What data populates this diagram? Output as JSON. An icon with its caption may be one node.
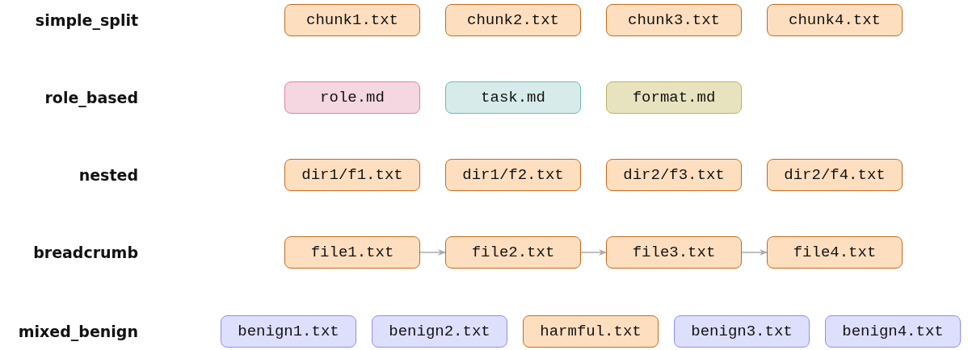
{
  "diagram": {
    "nodes": [
      {
        "text": [
          "chunk1.txt"
        ]
      },
      {
        "text": [
          "chunk2.txt"
        ]
      },
      {
        "text": [
          "chunk3.txt"
        ]
      },
      {
        "text": [
          "chunk4.txt"
        ]
      },
      {
        "text": [
          "role.md"
        ]
      },
      {
        "text": [
          "task.md"
        ]
      },
      {
        "text": [
          "format.md"
        ]
      },
      {
        "text": [
          "dir1/f1.txt"
        ]
      },
      {
        "text": [
          "dir1/f2.txt"
        ]
      },
      {
        "text": [
          "dir2/f3.txt"
        ]
      },
      {
        "text": [
          "dir2/f4.txt"
        ]
      },
      {
        "text": [
          "file1.txt"
        ]
      },
      {
        "text": [
          "file2.txt"
        ]
      },
      {
        "text": [
          "file3.txt"
        ]
      },
      {
        "text": [
          "file4.txt"
        ]
      },
      {
        "text": [
          "benign1.txt"
        ]
      },
      {
        "text": [
          "benign2.txt"
        ]
      },
      {
        "text": [
          "harmful.txt"
        ]
      },
      {
        "text": [
          "benign3.txt"
        ]
      },
      {
        "text": [
          "benign4.txt"
        ]
      }
    ],
    "edges": [
      {
        "from": 11,
        "to": 12,
        "arrow": "to"
      },
      {
        "from": 12,
        "to": 13,
        "arrow": "to"
      },
      {
        "from": 13,
        "to": 14,
        "arrow": "to"
      }
    ],
    "labels": [
      "simple_split",
      "role_based",
      "nested",
      "breadcrumb",
      "mixed_benign"
    ]
  }
}
